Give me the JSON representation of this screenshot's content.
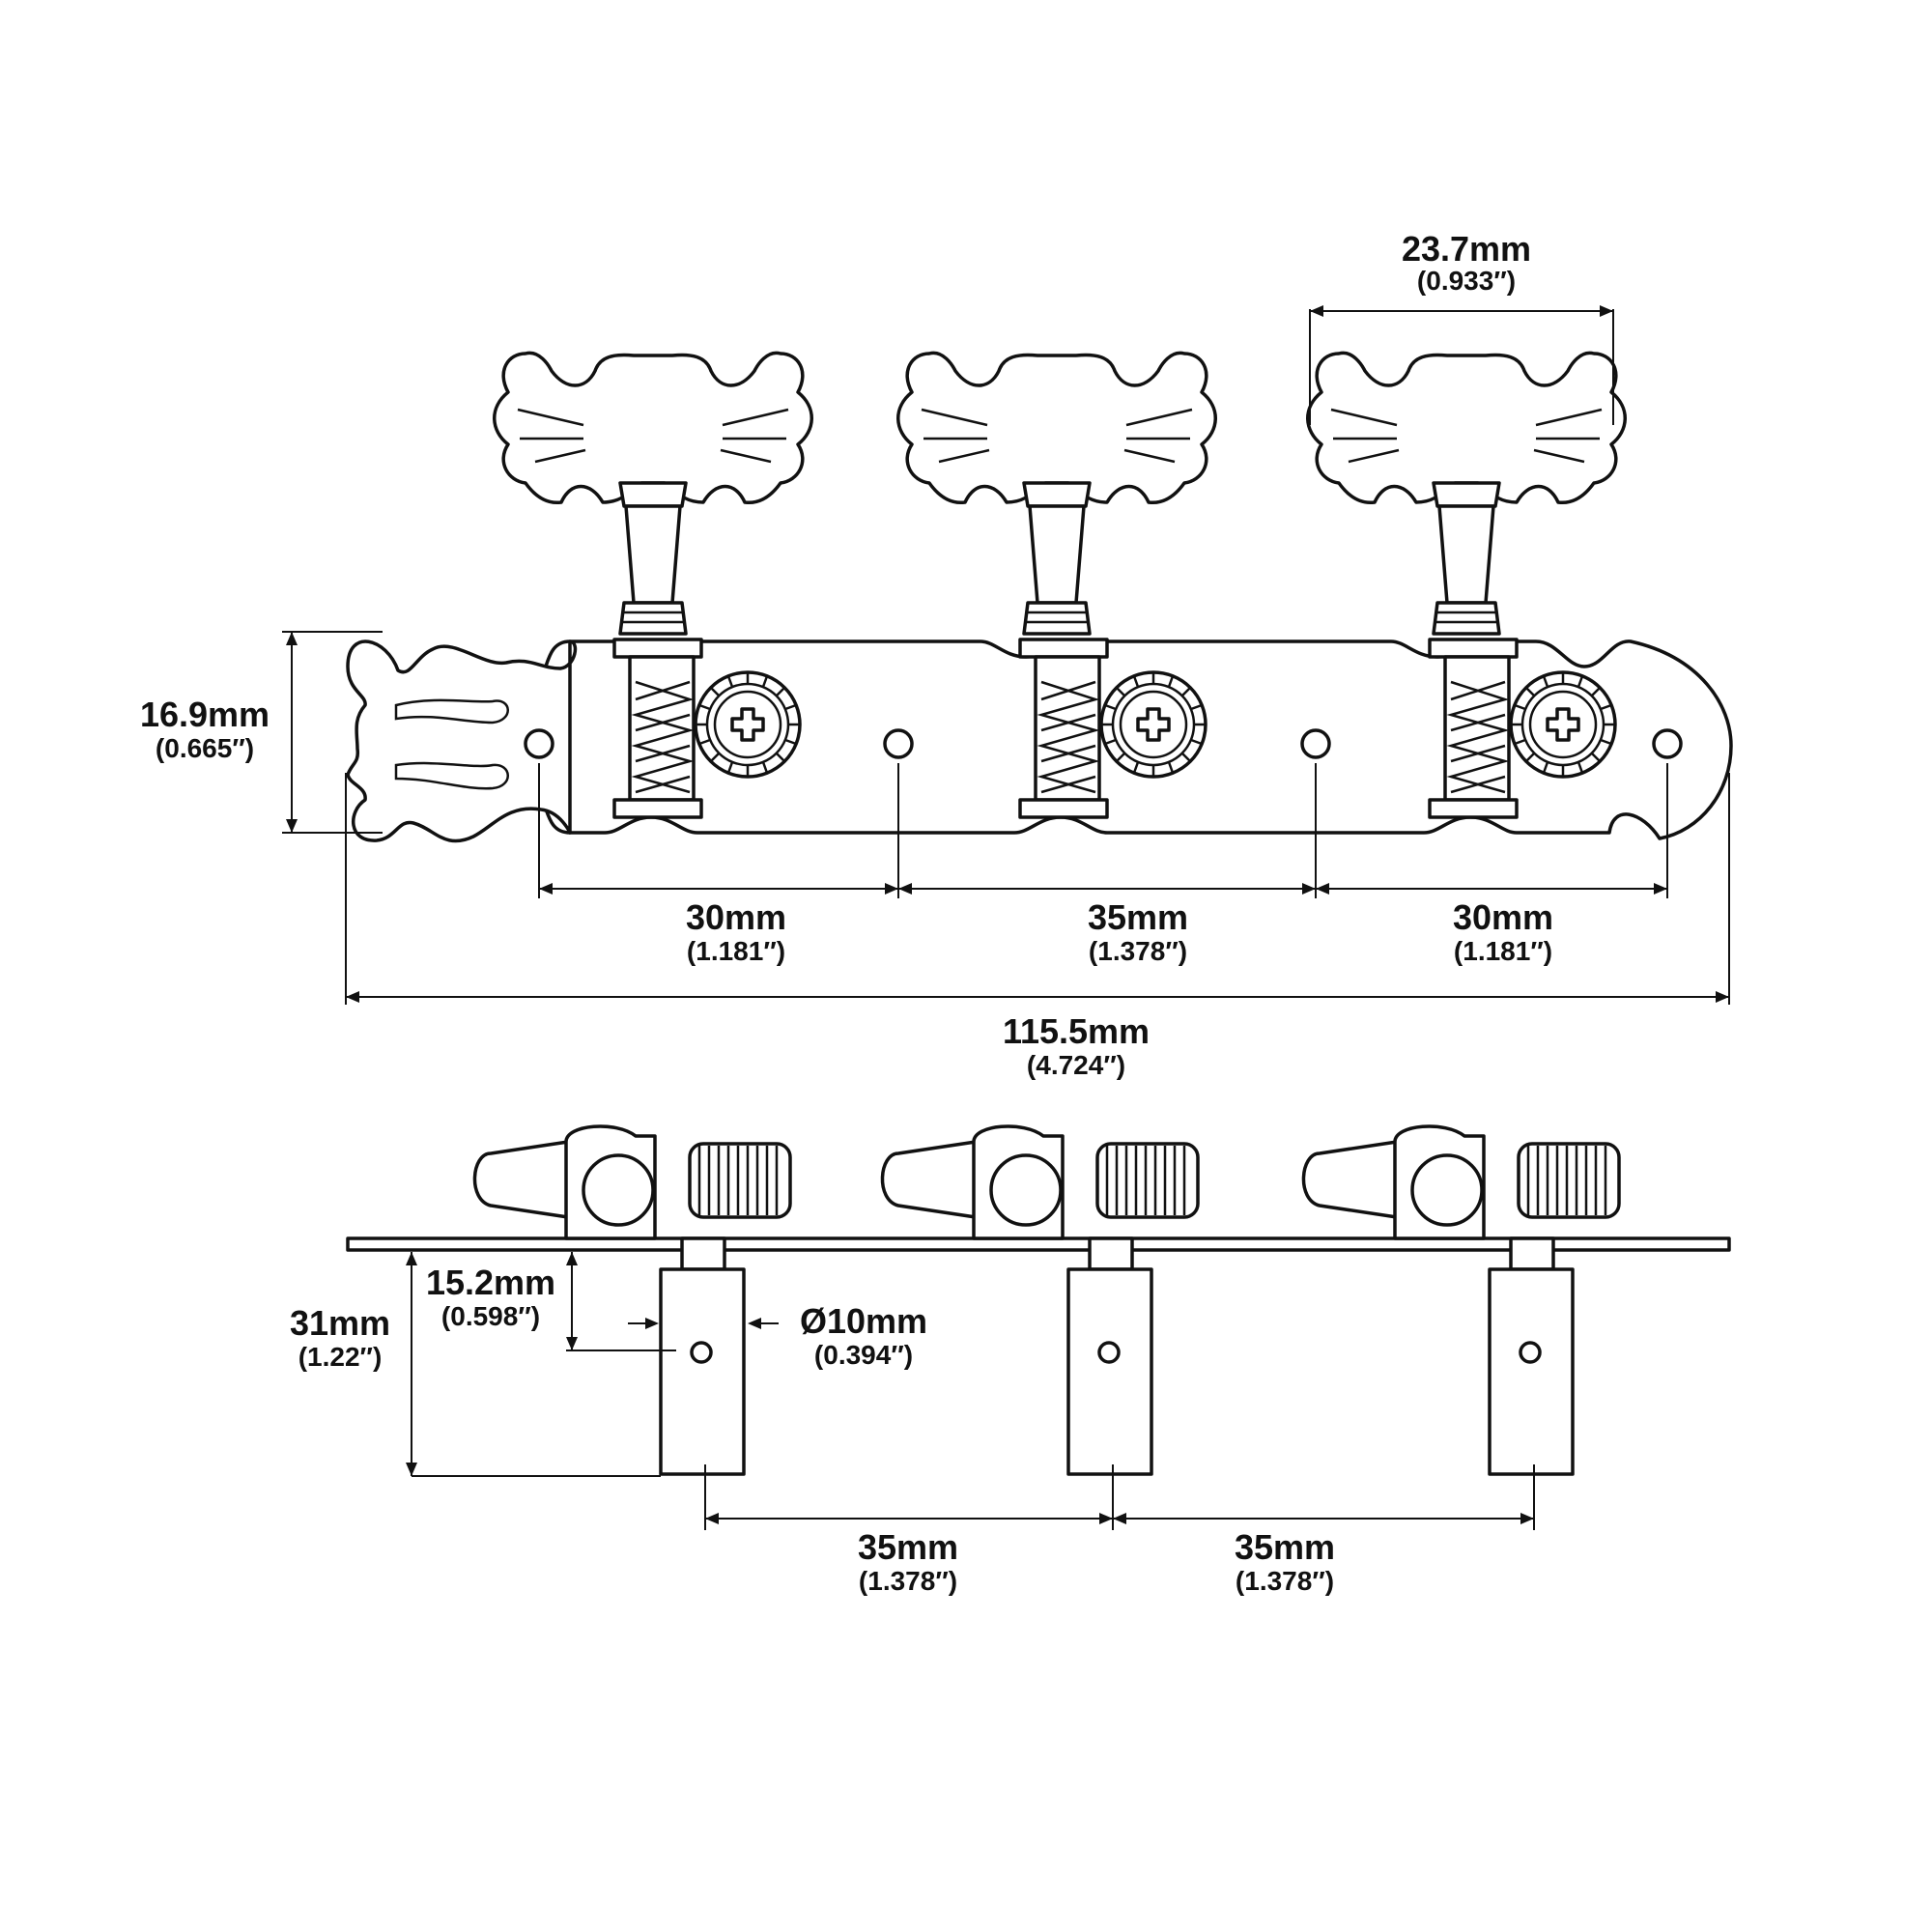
{
  "dimensions": {
    "button_width": {
      "mm": "23.7mm",
      "inch": "(0.933″)"
    },
    "plate_height": {
      "mm": "16.9mm",
      "inch": "(0.665″)"
    },
    "hole_spacing_1": {
      "mm": "30mm",
      "inch": "(1.181″)"
    },
    "hole_spacing_2": {
      "mm": "35mm",
      "inch": "(1.378″)"
    },
    "hole_spacing_3": {
      "mm": "30mm",
      "inch": "(1.181″)"
    },
    "total_length": {
      "mm": "115.5mm",
      "inch": "(4.724″)"
    },
    "roller_offset": {
      "mm": "15.2mm",
      "inch": "(0.598″)"
    },
    "roller_diameter": {
      "mm": "Ø10mm",
      "inch": "(0.394″)"
    },
    "roller_length": {
      "mm": "31mm",
      "inch": "(1.22″)"
    },
    "roller_spacing_1": {
      "mm": "35mm",
      "inch": "(1.378″)"
    },
    "roller_spacing_2": {
      "mm": "35mm",
      "inch": "(1.378″)"
    }
  }
}
